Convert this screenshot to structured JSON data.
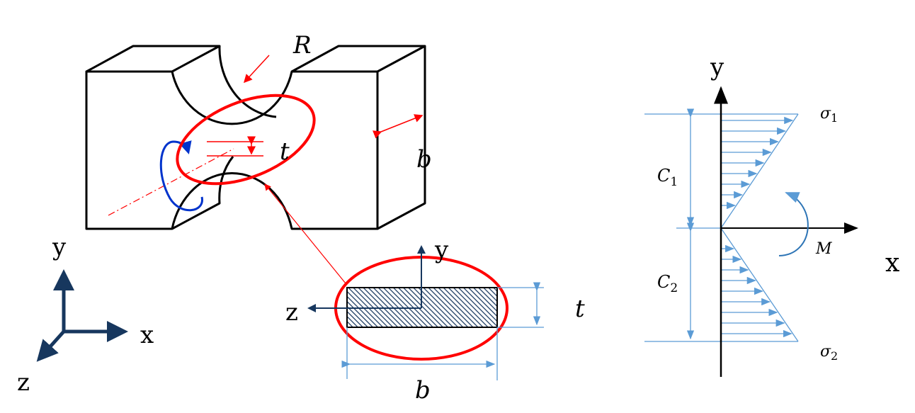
{
  "block": {
    "radius_label": "R",
    "thickness_label": "t",
    "width_label": "b"
  },
  "triad": {
    "y": "y",
    "x": "x",
    "z": "z"
  },
  "section": {
    "y": "y",
    "z": "z",
    "t": "t",
    "b": "b"
  },
  "stress": {
    "y": "y",
    "x": "x",
    "sigma1": "σ",
    "sigma1_sub": "1",
    "sigma2": "σ",
    "sigma2_sub": "2",
    "c1": "C",
    "c1_sub": "1",
    "c2": "C",
    "c2_sub": "2",
    "moment": "M"
  },
  "colors": {
    "red": "#ff0000",
    "blue": "#5b9bd5",
    "navy": "#17375e",
    "rotation": "#0033cc"
  }
}
